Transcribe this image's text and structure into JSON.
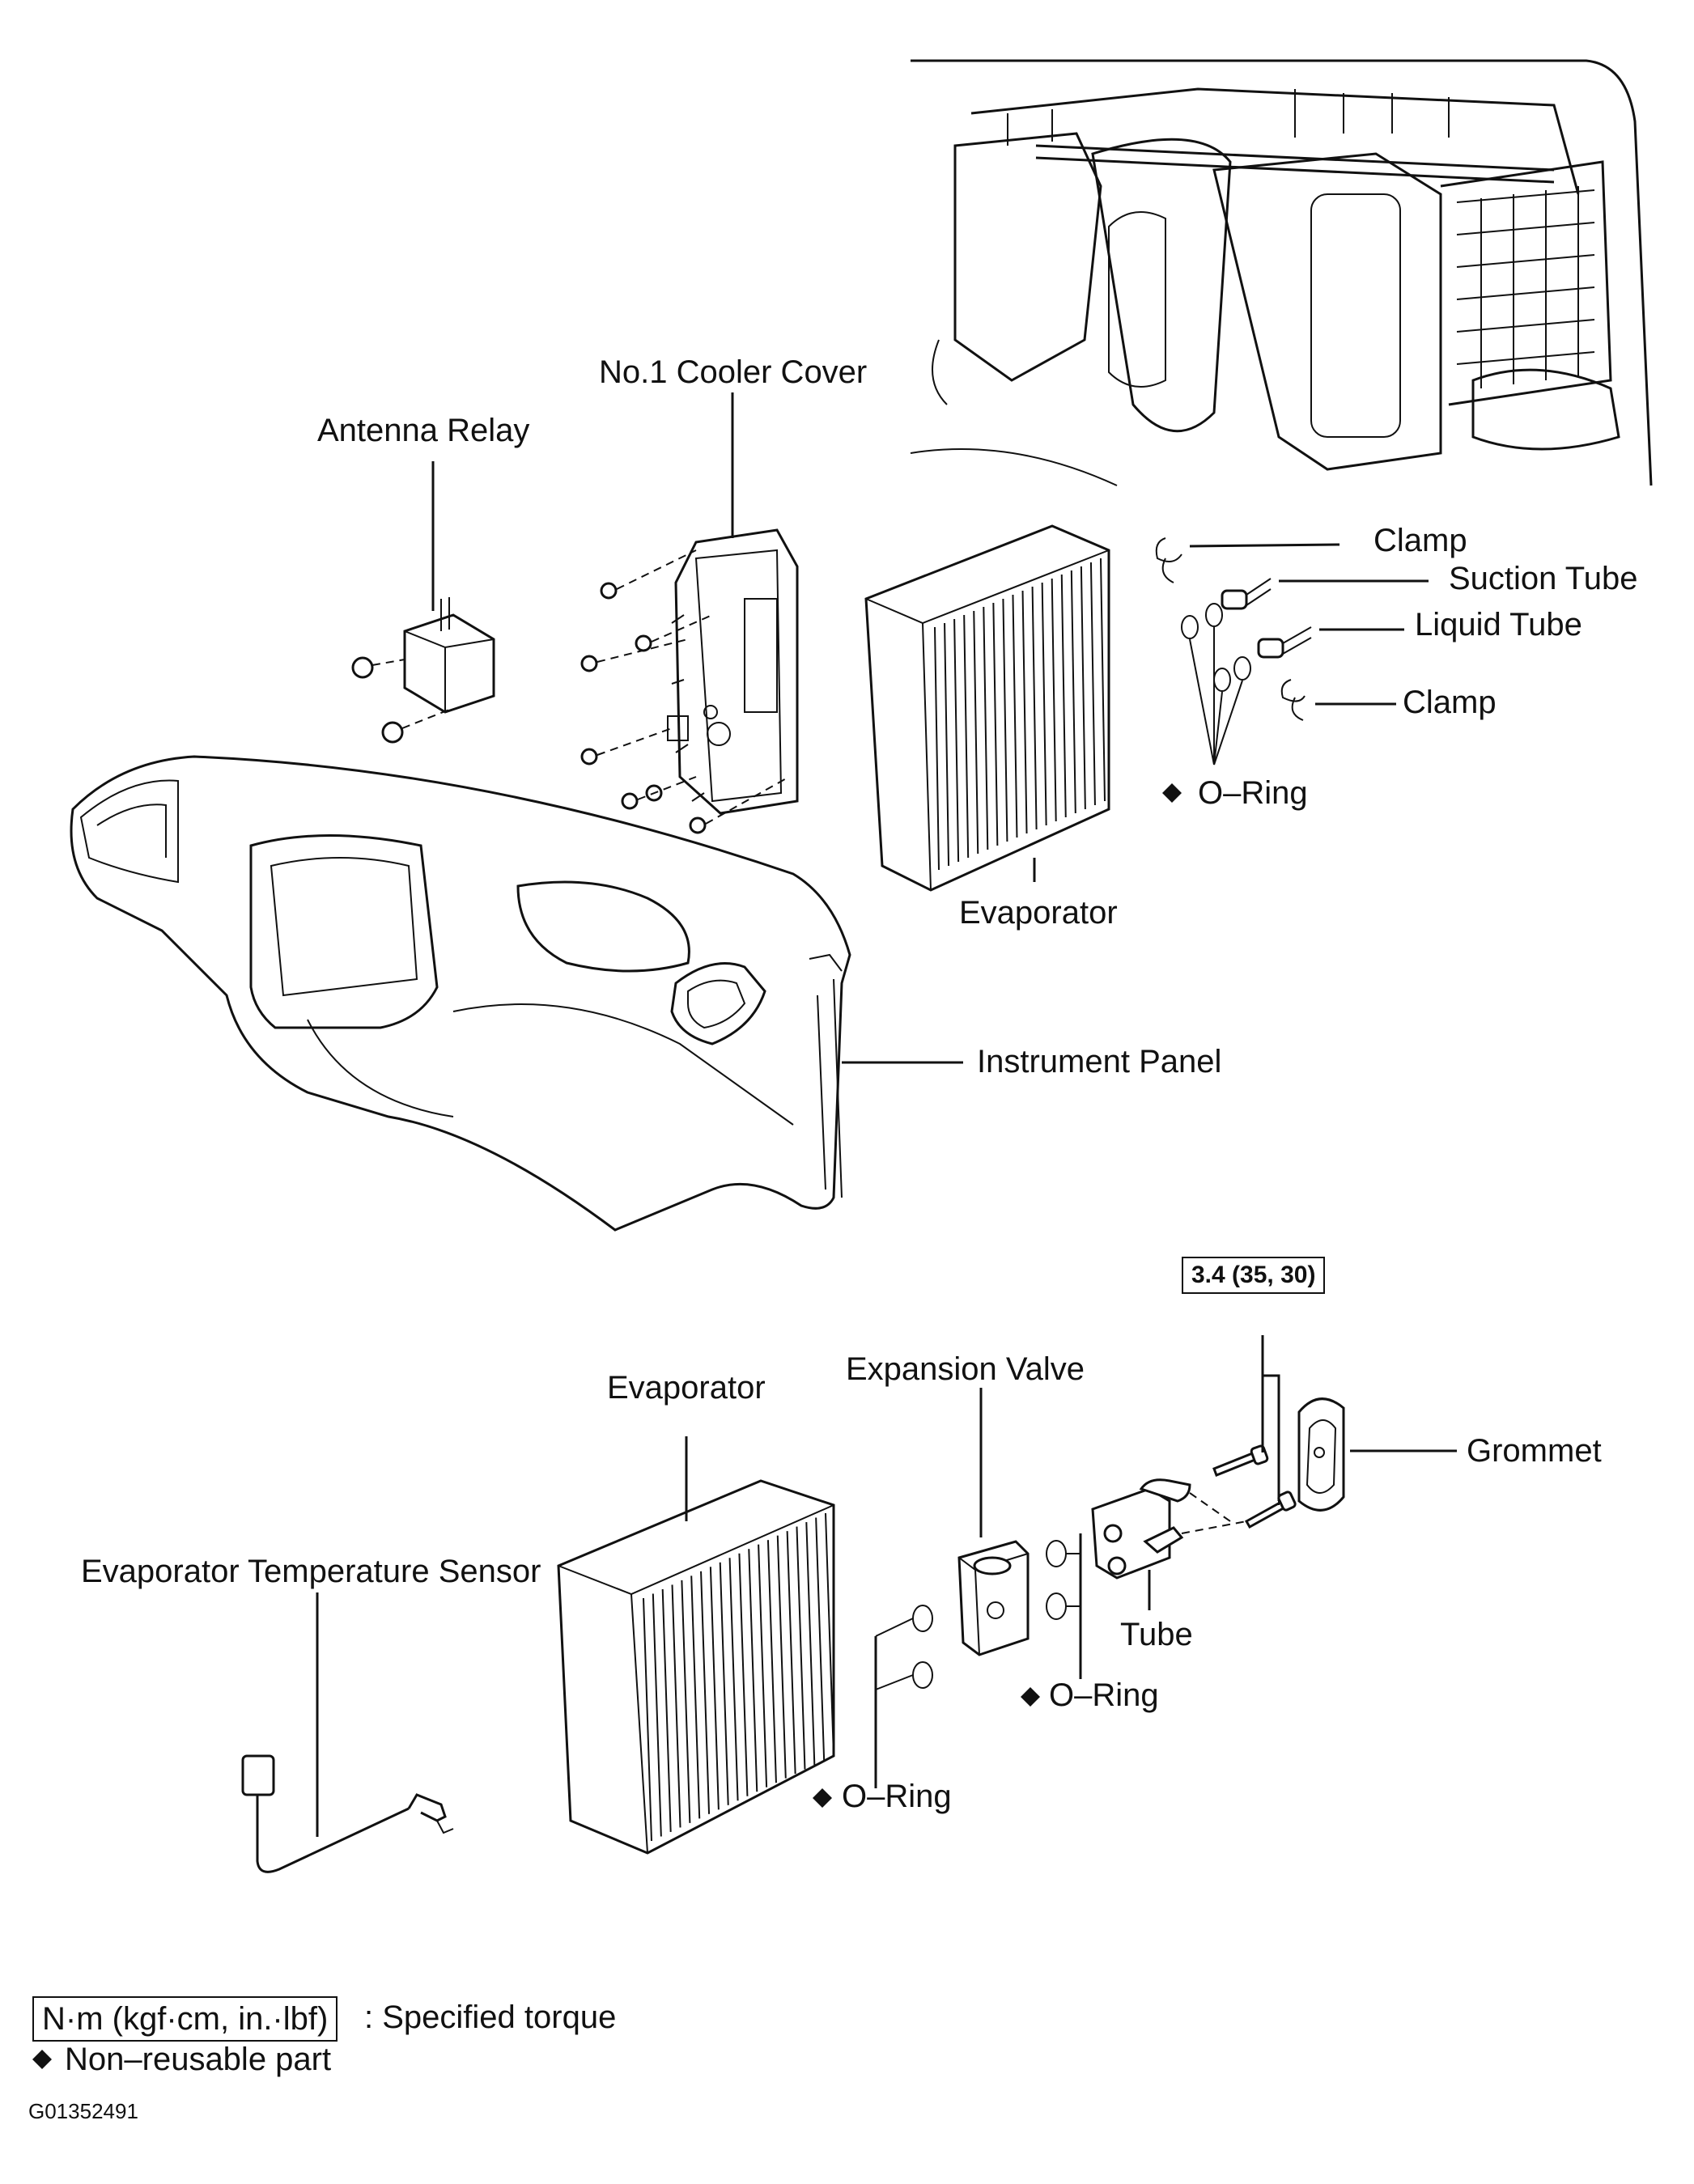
{
  "labels": {
    "antenna_relay": "Antenna Relay",
    "cooler_cover": "No.1 Cooler Cover",
    "clamp_top": "Clamp",
    "suction_tube": "Suction Tube",
    "liquid_tube": "Liquid Tube",
    "clamp_bottom": "Clamp",
    "o_ring_top": "O–Ring",
    "evaporator_top": "Evaporator",
    "instrument_panel": "Instrument Panel",
    "evaporator_bottom": "Evaporator",
    "expansion_valve": "Expansion Valve",
    "grommet": "Grommet",
    "evap_temp_sensor": "Evaporator Temperature Sensor",
    "tube": "Tube",
    "o_ring_mid": "O–Ring",
    "o_ring_low": "O–Ring"
  },
  "torque_spec": "3.4 (35, 30)",
  "legend": {
    "unit_box": "N·m (kgf·cm, in.·lbf)",
    "unit_desc": ": Specified torque",
    "nonreusable": "Non–reusable part"
  },
  "figure_id": "G01352491",
  "non_reusable_symbol": "◆"
}
